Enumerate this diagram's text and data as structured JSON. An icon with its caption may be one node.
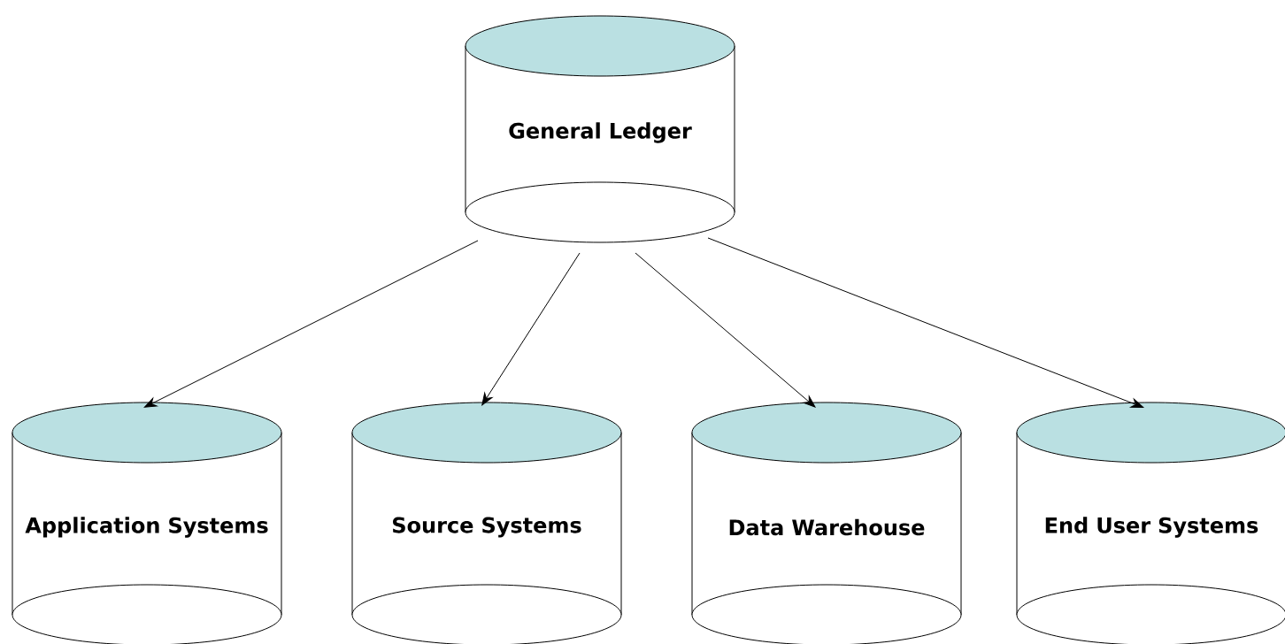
{
  "diagram": {
    "nodes": [
      {
        "text": [
          "General Ledger"
        ]
      },
      {
        "text": [
          "Application Systems"
        ]
      },
      {
        "text": [
          "Source Systems"
        ]
      },
      {
        "text": [
          "Data Warehouse"
        ]
      },
      {
        "text": [
          "End User Systems"
        ]
      }
    ],
    "edges": [
      {
        "from": 0,
        "to": 1,
        "arrow": "to"
      },
      {
        "from": 0,
        "to": 2,
        "arrow": "to"
      },
      {
        "from": 0,
        "to": 3,
        "arrow": "to"
      },
      {
        "from": 0,
        "to": 4,
        "arrow": "to"
      }
    ]
  }
}
